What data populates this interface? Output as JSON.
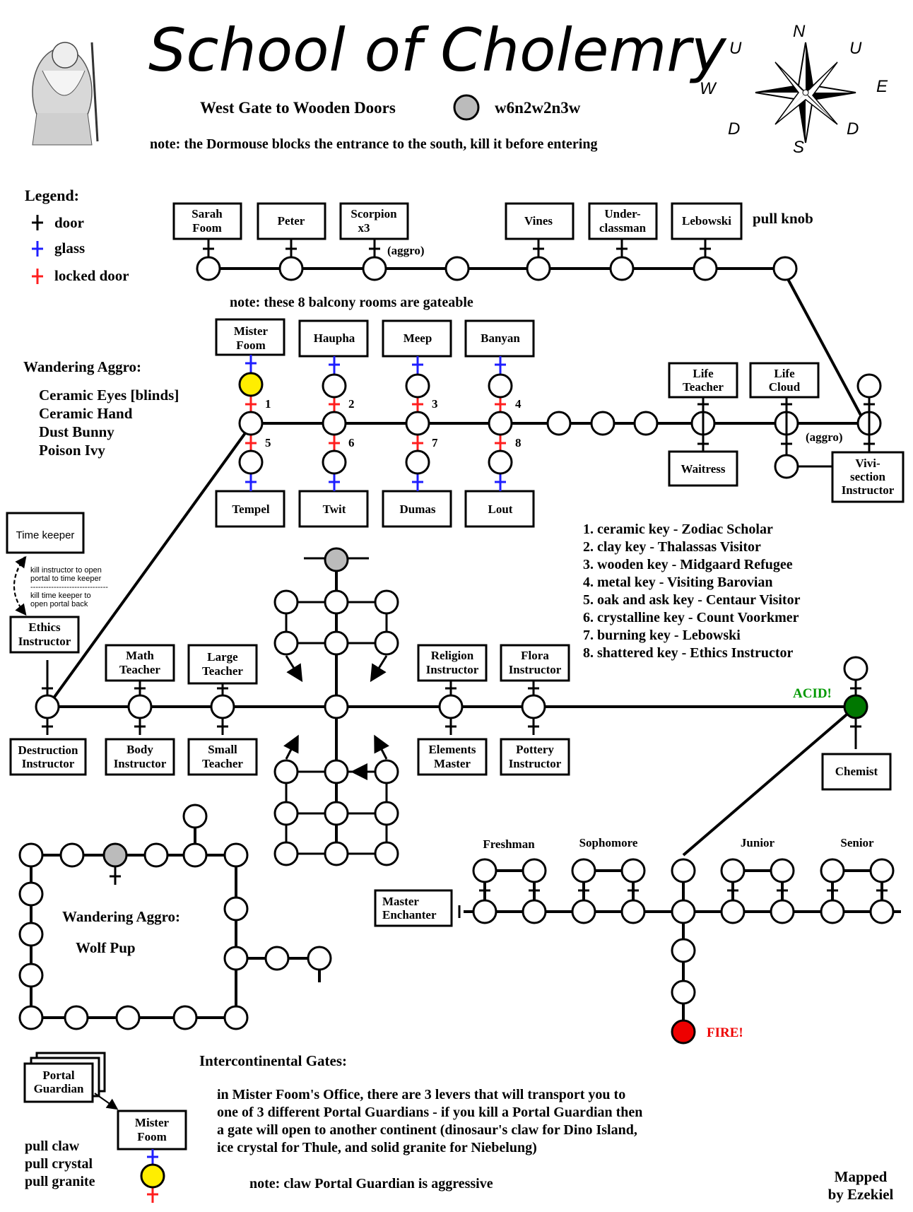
{
  "header": {
    "title": "School of Cholemry",
    "route_label": "West Gate to Wooden Doors",
    "route_code": "w6n2w2n3w",
    "note": "note: the Dormouse blocks the entrance to the south, kill it before entering"
  },
  "compass": {
    "n": "N",
    "s": "S",
    "e": "E",
    "w": "W",
    "u1": "U",
    "u2": "U",
    "d1": "D",
    "d2": "D"
  },
  "legend": {
    "title": "Legend:",
    "items": [
      {
        "label": "door",
        "color": "#000000"
      },
      {
        "label": "glass",
        "color": "#1e1eff"
      },
      {
        "label": "locked door",
        "color": "#ff1e1e"
      }
    ]
  },
  "wandering_aggro_1": {
    "title": "Wandering Aggro:",
    "items": [
      "Ceramic Eyes [blinds]",
      "Ceramic Hand",
      "Dust Bunny",
      "Poison Ivy"
    ]
  },
  "wandering_aggro_2": {
    "title": "Wandering Aggro:",
    "items": [
      "Wolf Pup"
    ]
  },
  "top_row": {
    "rooms": [
      [
        "Sarah",
        "Foom"
      ],
      [
        "Peter"
      ],
      [
        "Scorpion",
        "x3"
      ],
      [
        "Vines"
      ],
      [
        "Under-",
        "classman"
      ],
      [
        "Lebowski"
      ]
    ],
    "aggro": "(aggro)",
    "pull_knob": "pull knob"
  },
  "balcony": {
    "note": "note: these 8 balcony rooms are gateable",
    "top_rooms": [
      [
        "Mister",
        "Foom"
      ],
      [
        "Haupha"
      ],
      [
        "Meep"
      ],
      [
        "Banyan"
      ]
    ],
    "bottom_rooms": [
      "Tempel",
      "Twit",
      "Dumas",
      "Lout"
    ],
    "top_nums": [
      "1",
      "2",
      "3",
      "4"
    ],
    "bottom_nums": [
      "5",
      "6",
      "7",
      "8"
    ]
  },
  "east_rooms": {
    "life_teacher": [
      "Life",
      "Teacher"
    ],
    "life_cloud": [
      "Life",
      "Cloud"
    ],
    "waitress": "Waitress",
    "vivisection": [
      "Vivi-",
      "section",
      "Instructor"
    ],
    "aggro": "(aggro)"
  },
  "keys": [
    "1. ceramic key - Zodiac Scholar",
    "2. clay key - Thalassas Visitor",
    "3. wooden key - Midgaard Refugee",
    "4. metal key - Visiting Barovian",
    "5. oak and ask key - Centaur Visitor",
    "6. crystalline key - Count Voorkmer",
    "7. burning key - Lebowski",
    "8. shattered key - Ethics Instructor"
  ],
  "timekeeper": {
    "room": "Time keeper",
    "note1": [
      "kill instructor to open",
      "portal to time keeper"
    ],
    "divider": "------------------------------",
    "note2": [
      "kill time keeper to",
      "open portal back"
    ]
  },
  "main_hall": {
    "ethics": [
      "Ethics",
      "Instructor"
    ],
    "destruction": [
      "Destruction",
      "Instructor"
    ],
    "math": [
      "Math",
      "Teacher"
    ],
    "body": [
      "Body",
      "Instructor"
    ],
    "large": [
      "Large",
      "Teacher"
    ],
    "small": [
      "Small",
      "Teacher"
    ],
    "religion": [
      "Religion",
      "Instructor"
    ],
    "elements": [
      "Elements",
      "Master"
    ],
    "flora": [
      "Flora",
      "Instructor"
    ],
    "pottery": [
      "Pottery",
      "Instructor"
    ],
    "chemist": "Chemist",
    "acid": "ACID!"
  },
  "classes": {
    "labels": [
      "Freshman",
      "Sophomore",
      "Junior",
      "Senior"
    ],
    "master_enchanter": [
      "Master",
      "Enchanter"
    ],
    "fire": "FIRE!"
  },
  "gates": {
    "title": "Intercontinental Gates:",
    "text": [
      "in Mister Foom's Office, there are 3 levers that will transport you to",
      "one of 3 different Portal Guardians - if you kill a Portal Guardian then",
      "a gate will open to another continent (dinosaur's claw for Dino Island,",
      "ice crystal for Thule, and solid granite for Niebelung)"
    ],
    "note": "note: claw Portal Guardian is aggressive",
    "portal_guardian": [
      "Portal",
      "Guardian"
    ],
    "mister_foom": [
      "Mister",
      "Foom"
    ],
    "pulls": [
      "pull claw",
      "pull crystal",
      "pull granite"
    ]
  },
  "credit": [
    "Mapped",
    "by Ezekiel"
  ],
  "colors": {
    "door": "#000000",
    "glass": "#1e1eff",
    "locked": "#ff1e1e",
    "yellow": "#ffee00",
    "gray": "#bbbbbb",
    "acid": "#007700",
    "fire": "#ee0000",
    "acid_text": "#009900"
  }
}
